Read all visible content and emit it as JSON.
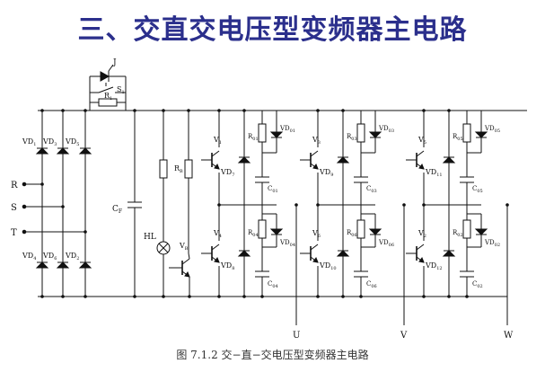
{
  "title": "三、交直交电压型变频器主电路",
  "caption": "图 7.1.2  交−直−交电压型变频器主电路",
  "labels": {
    "R": "R",
    "S": "S",
    "T": "T",
    "U": "U",
    "V": "V",
    "W": "W",
    "CF": "C",
    "CF_sub": "F",
    "HL": "HL",
    "RB": "R",
    "RB_sub": "B",
    "VB": "V",
    "VB_sub": "B",
    "R1": "R",
    "R1_sub": "1",
    "S1": "S",
    "S1_sub": "1",
    "J": "J"
  },
  "rectifier": {
    "top": [
      [
        "VD",
        "1"
      ],
      [
        "VD",
        "3"
      ],
      [
        "VD",
        "5"
      ]
    ],
    "bottom": [
      [
        "VD",
        "4"
      ],
      [
        "VD",
        "6"
      ],
      [
        "VD",
        "2"
      ]
    ]
  },
  "legs": [
    {
      "upper": {
        "V": "1",
        "VD": "7",
        "R": "01",
        "VDs": "01",
        "C": "01"
      },
      "lower": {
        "V": "4",
        "VD": "8",
        "R": "04",
        "VDs": "04",
        "C": "04"
      }
    },
    {
      "upper": {
        "V": "3",
        "VD": "9",
        "R": "03",
        "VDs": "03",
        "C": "03"
      },
      "lower": {
        "V": "6",
        "VD": "10",
        "R": "06",
        "VDs": "06",
        "C": "06"
      }
    },
    {
      "upper": {
        "V": "5",
        "VD": "11",
        "R": "05",
        "VDs": "05",
        "C": "05"
      },
      "lower": {
        "V": "2",
        "VD": "12",
        "R": "02",
        "VDs": "02",
        "C": "02"
      }
    }
  ],
  "colors": {
    "title": "#2b2f8c",
    "line": "#111111"
  }
}
